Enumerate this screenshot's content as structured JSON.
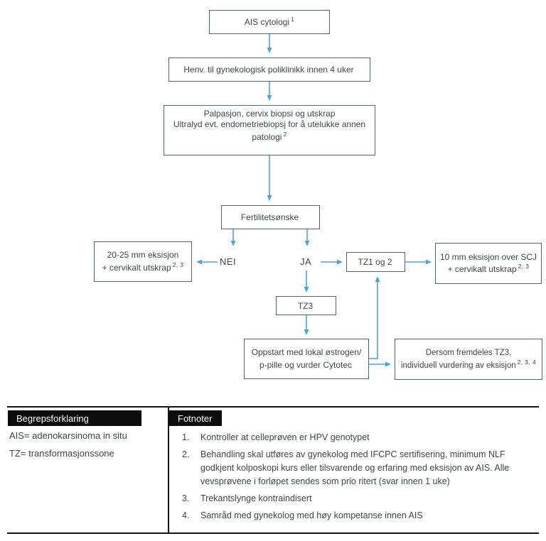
{
  "flow": {
    "nodes": [
      {
        "label": "AIS cytologi",
        "sup": "1"
      },
      {
        "label": "Henv. til gynekologisk poliklinikk innen 4 uker",
        "sup": ""
      },
      {
        "label": "Palpasjon, cervix biopsi og utskrap\nUltralyd evt. endometriebiopsj for å utelukke annen\npatologi",
        "sup": "2"
      },
      {
        "label": "Fertilitetsønske",
        "sup": ""
      },
      {
        "label": "20-25 mm eksisjon\n+ cervikalt utskrap",
        "sup": "2, 3"
      },
      {
        "label": "TZ1 og 2",
        "sup": ""
      },
      {
        "label": "10 mm eksisjon over SCJ\n+ cervikalt utskrap",
        "sup": "2, 3"
      },
      {
        "label": "TZ3",
        "sup": ""
      },
      {
        "label": "Oppstart med lokal østrogen/\np-pille og vurder Cytotec",
        "sup": ""
      },
      {
        "label": "Dersom fremdeles TZ3,\nindividuell vurdering av eksisjon",
        "sup": "2, 3, 4"
      }
    ],
    "branch_labels": {
      "no": "NEI",
      "yes": "JA"
    }
  },
  "legend": {
    "title": "Begrepsforklaring",
    "items": [
      "AIS= adenokarsinoma in situ",
      "TZ= transformasjonssone"
    ]
  },
  "footnotes": {
    "title": "Fotnoter",
    "items": [
      {
        "num": "1.",
        "text": "Kontroller at celleprøven er HPV genotypet"
      },
      {
        "num": "2.",
        "text": "Behandling skal utføres av gynekolog med IFCPC sertifisering, minimum NLF godkjent kolposkopi kurs eller tilsvarende og erfaring med eksisjon av AIS. Alle vevsprøvene i forløpet sendes som prio ritert (svar innen 1 uke)"
      },
      {
        "num": "3.",
        "text": "Trekantslynge kontraindisert"
      },
      {
        "num": "4.",
        "text": "Samråd med gynekolog med høy kompetanse innen AIS"
      }
    ]
  },
  "colors": {
    "arrow": "#45a7dd",
    "box_border": "#4f6375",
    "text": "#3e4449",
    "bar_bg": "#0c0c0c"
  }
}
